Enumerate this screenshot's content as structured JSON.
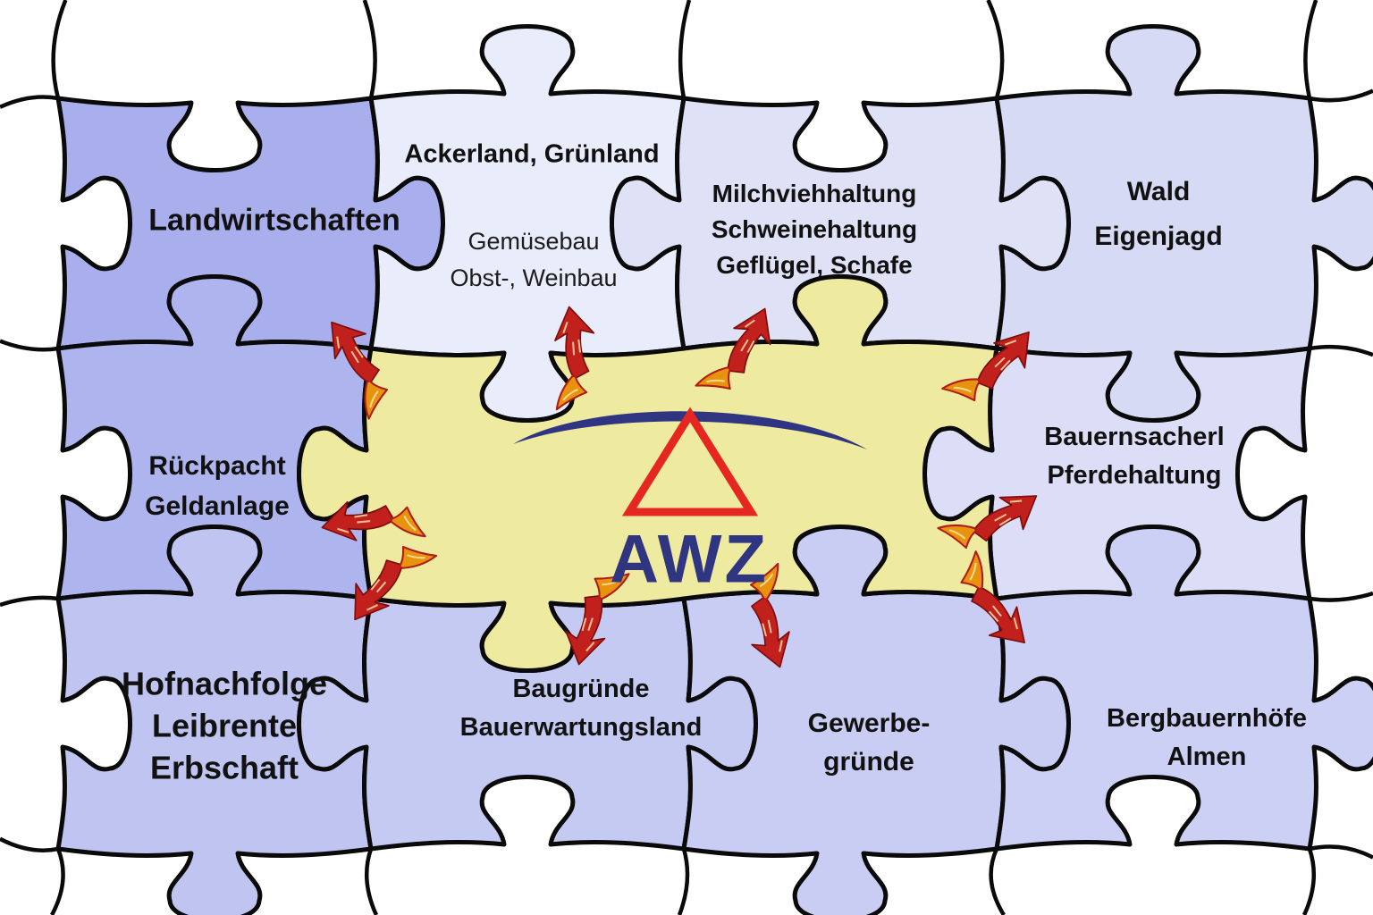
{
  "diagram": {
    "type": "jigsaw-puzzle",
    "background": "#ffffff",
    "outline_color": "#0a0a0a",
    "logo": {
      "text": "AWZ",
      "text_color": "#2f3580",
      "triangle_color": "#e62621",
      "swoosh_color": "#2f3580"
    },
    "pieces": [
      {
        "id": "landwirtschaften",
        "color": "#a9aeec",
        "lines": [
          "Landwirtschaften"
        ]
      },
      {
        "id": "ackerland",
        "color": "#e9ecfa",
        "lines": [
          "Ackerland, Grünland",
          "Gemüsebau",
          "Obst-, Weinbau"
        ]
      },
      {
        "id": "milchviehhaltung",
        "color": "#dfe2f7",
        "lines": [
          "Milchviehhaltung",
          "Schweinehaltung",
          "Geflügel, Schafe"
        ]
      },
      {
        "id": "wald",
        "color": "#d7daf4",
        "lines": [
          "Wald",
          "Eigenjagd"
        ]
      },
      {
        "id": "rueckpacht",
        "color": "#aeb4ee",
        "lines": [
          "Rückpacht",
          "Geldanlage"
        ]
      },
      {
        "id": "bauernsacherl",
        "color": "#dbdef6",
        "lines": [
          "Bauernsacherl",
          "Pferdehaltung"
        ]
      },
      {
        "id": "hofnachfolge",
        "color": "#bfc4f1",
        "lines": [
          "Hofnachfolge",
          "Leibrente",
          "Erbschaft"
        ]
      },
      {
        "id": "baugruende",
        "color": "#c5caf2",
        "lines": [
          "Baugründe",
          "Bauerwartungsland"
        ]
      },
      {
        "id": "gewerbegruende",
        "color": "#c9cdf3",
        "lines": [
          "Gewerbe-",
          "gründe"
        ]
      },
      {
        "id": "bergbauernhoefe",
        "color": "#ccd0f4",
        "lines": [
          "Bergbauernhöfe",
          "Almen"
        ]
      },
      {
        "id": "awz_zentrum",
        "color": "#eeea9f",
        "lines": []
      }
    ],
    "arrows": {
      "color": "#c2201d",
      "accent": "#e8930e",
      "directions": [
        "up-left",
        "up",
        "up-right",
        "upper-right",
        "left",
        "down-left",
        "down",
        "down-right",
        "right",
        "lower-right"
      ]
    }
  }
}
